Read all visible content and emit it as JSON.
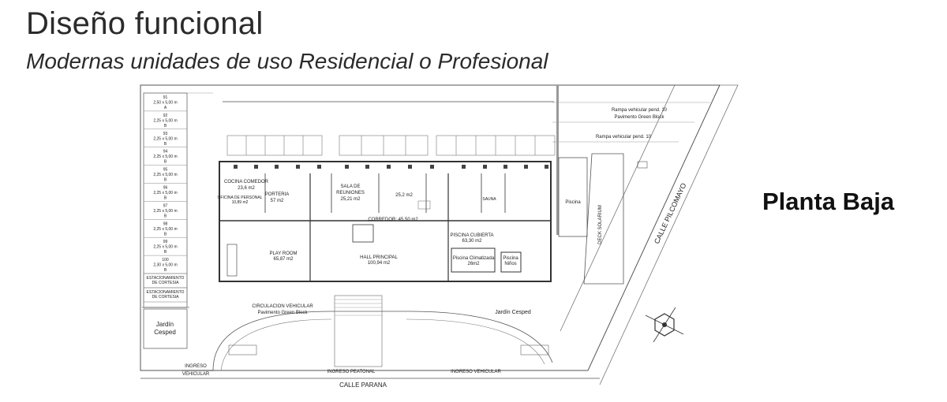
{
  "header": {
    "title": "Diseño funcional",
    "subtitle": "Modernas unidades de uso Residencial o Profesional"
  },
  "plan_label": "Planta Baja",
  "parking": [
    {
      "num": "91",
      "size": "2,50 x 5,00 m",
      "type": "A"
    },
    {
      "num": "92",
      "size": "2,25 x 5,00 m",
      "type": "B"
    },
    {
      "num": "93",
      "size": "2,25 x 5,00 m",
      "type": "B"
    },
    {
      "num": "94",
      "size": "2,25 x 5,00 m",
      "type": "B"
    },
    {
      "num": "95",
      "size": "2,25 x 5,00 m",
      "type": "B"
    },
    {
      "num": "96",
      "size": "2,25 x 5,00 m",
      "type": "B"
    },
    {
      "num": "97",
      "size": "2,25 x 5,00 m",
      "type": "B"
    },
    {
      "num": "98",
      "size": "2,25 x 5,00 m",
      "type": "B"
    },
    {
      "num": "99",
      "size": "2,25 x 5,00 m",
      "type": "B"
    },
    {
      "num": "100",
      "size": "2,30 x 5,00 m",
      "type": "B"
    }
  ],
  "courtesy": [
    "ESTACIONAMIENTO",
    "DE CORTESIA"
  ],
  "rooms": {
    "cocina": [
      "COCINA COMEDOR",
      "23,6 m2"
    ],
    "oficina": [
      "OFICINA DE PERSONAL",
      "10,89 m2"
    ],
    "porteria": [
      "PORTERIA",
      "57 m2"
    ],
    "sala": [
      "SALA DE",
      "REUNIONES",
      "25,21 m2"
    ],
    "mid": "25,2 m2",
    "corredor": "CORREDOR: 45,50 m2",
    "play": [
      "PLAY ROOM",
      "65,87 m2"
    ],
    "hall": [
      "HALL PRINCIPAL",
      "100,94 m2"
    ],
    "piscina_cubierta": [
      "PISCINA CUBIERTA",
      "63,30 m2"
    ],
    "piscina_clim": [
      "Piscina Climatizada",
      "26m2"
    ],
    "piscina_ninos": [
      "Piscina",
      "Niños"
    ],
    "piscina": "Piscina",
    "deck": "DECK SOLARIUM",
    "sauna": "SAUNA"
  },
  "labels": {
    "rampa1": "Rampa vehicular pend. 10",
    "pavimento1": "Pavimento Green Block",
    "rampa2": "Rampa vehicular pend. 10",
    "circulacion": [
      "CIRCULACION VEHICULAR",
      "Pavimento Green Block"
    ],
    "jardin_right": "Jardín Cesped",
    "jardin_left": [
      "Jardín",
      "Cesped"
    ],
    "calle_pilcomayo": "CALLE PILCOMAYO",
    "calle_parana": "CALLE PARANA",
    "ingreso_veh_left": [
      "INGRESO",
      "VEHICULAR"
    ],
    "ingreso_peatonal": "INGRESO PEATONAL",
    "ingreso_veh_right": "INGRESO VEHICULAR"
  }
}
